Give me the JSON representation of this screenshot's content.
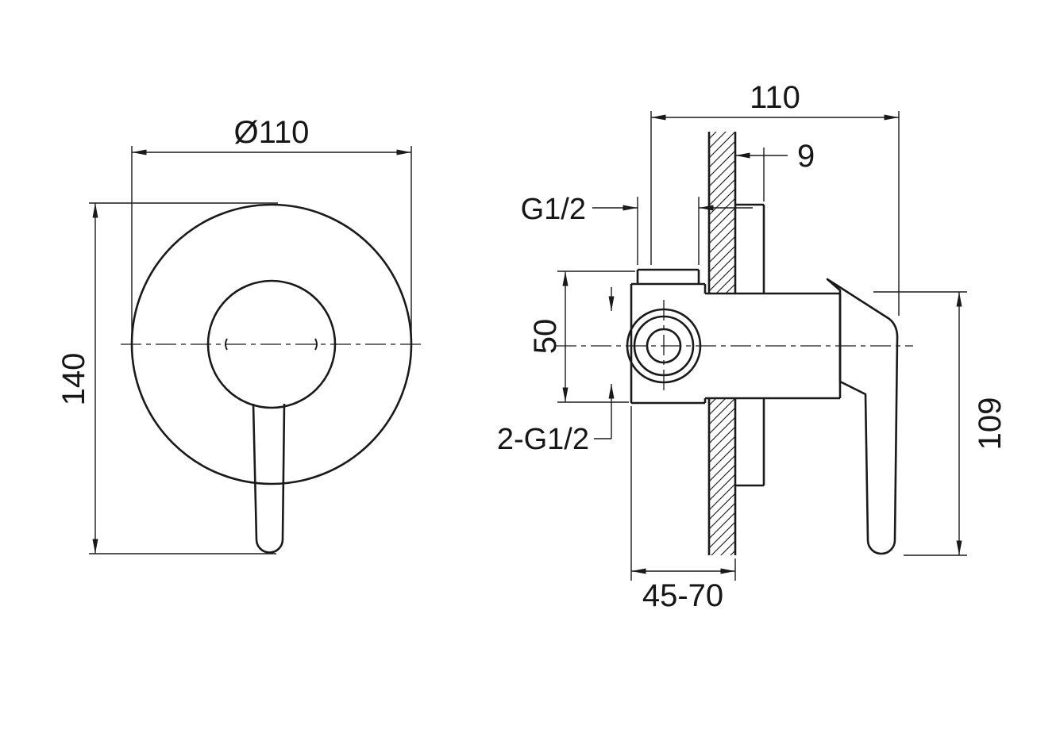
{
  "drawing": {
    "background": "#ffffff",
    "line_color": "#1a1a1a",
    "front_view": {
      "diameter_label": "Ø110",
      "height_label": "140"
    },
    "side_view": {
      "width_label": "110",
      "plate_offset_label": "9",
      "top_thread_label": "G1/2",
      "body_height_label": "50",
      "ports_thread_label": "2-G1/2",
      "depth_range_label": "45-70",
      "height_label": "109"
    }
  }
}
